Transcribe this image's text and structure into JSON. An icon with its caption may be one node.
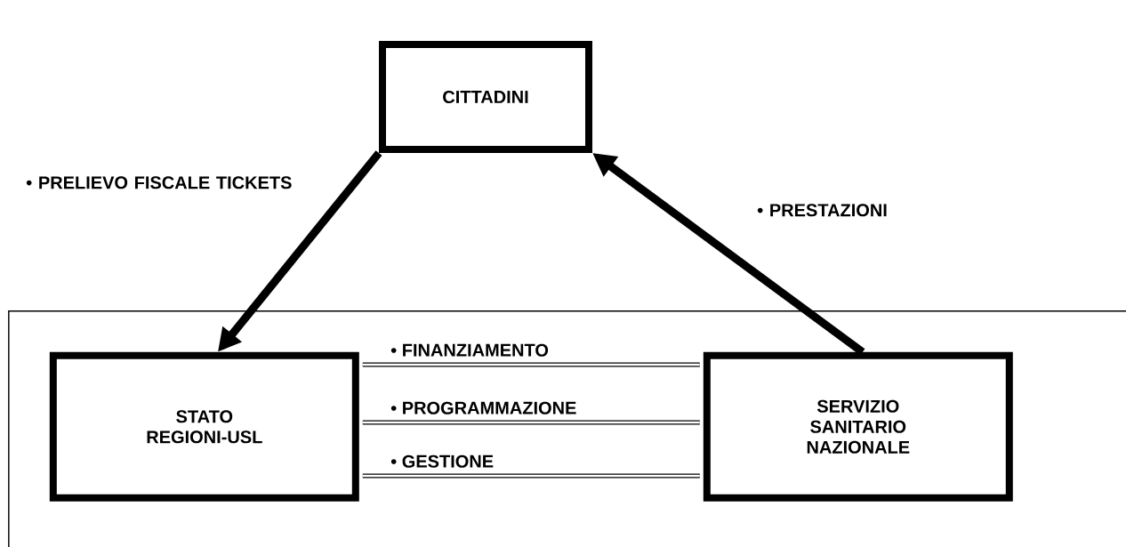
{
  "diagram": {
    "nodes": [
      {
        "text": [
          "CITTADINI"
        ]
      },
      {
        "text": [],
        "shape": "box"
      },
      {
        "text": [
          "STATO REGIONI-USL"
        ],
        "in": 1
      },
      {
        "text": [
          "SERVIZIO SANITARIO NAZIONALE"
        ],
        "in": 1
      }
    ],
    "edges": [
      {
        "from": 0,
        "to": 2,
        "arrow": "to",
        "style": "thick",
        "label": "• PRELIEVO FISCALE TICKETS"
      },
      {
        "from": 3,
        "to": 0,
        "arrow": "to",
        "style": "thick",
        "label": "• PRESTAZIONI"
      },
      {
        "from": 2,
        "to": 3,
        "arrow": "none",
        "label": "• FINANZIAMENTO"
      },
      {
        "from": 2,
        "to": 3,
        "arrow": "none",
        "label": "• PROGRAMMAZIONE"
      },
      {
        "from": 2,
        "to": 3,
        "arrow": "none",
        "label": "• GESTIONE"
      }
    ]
  }
}
